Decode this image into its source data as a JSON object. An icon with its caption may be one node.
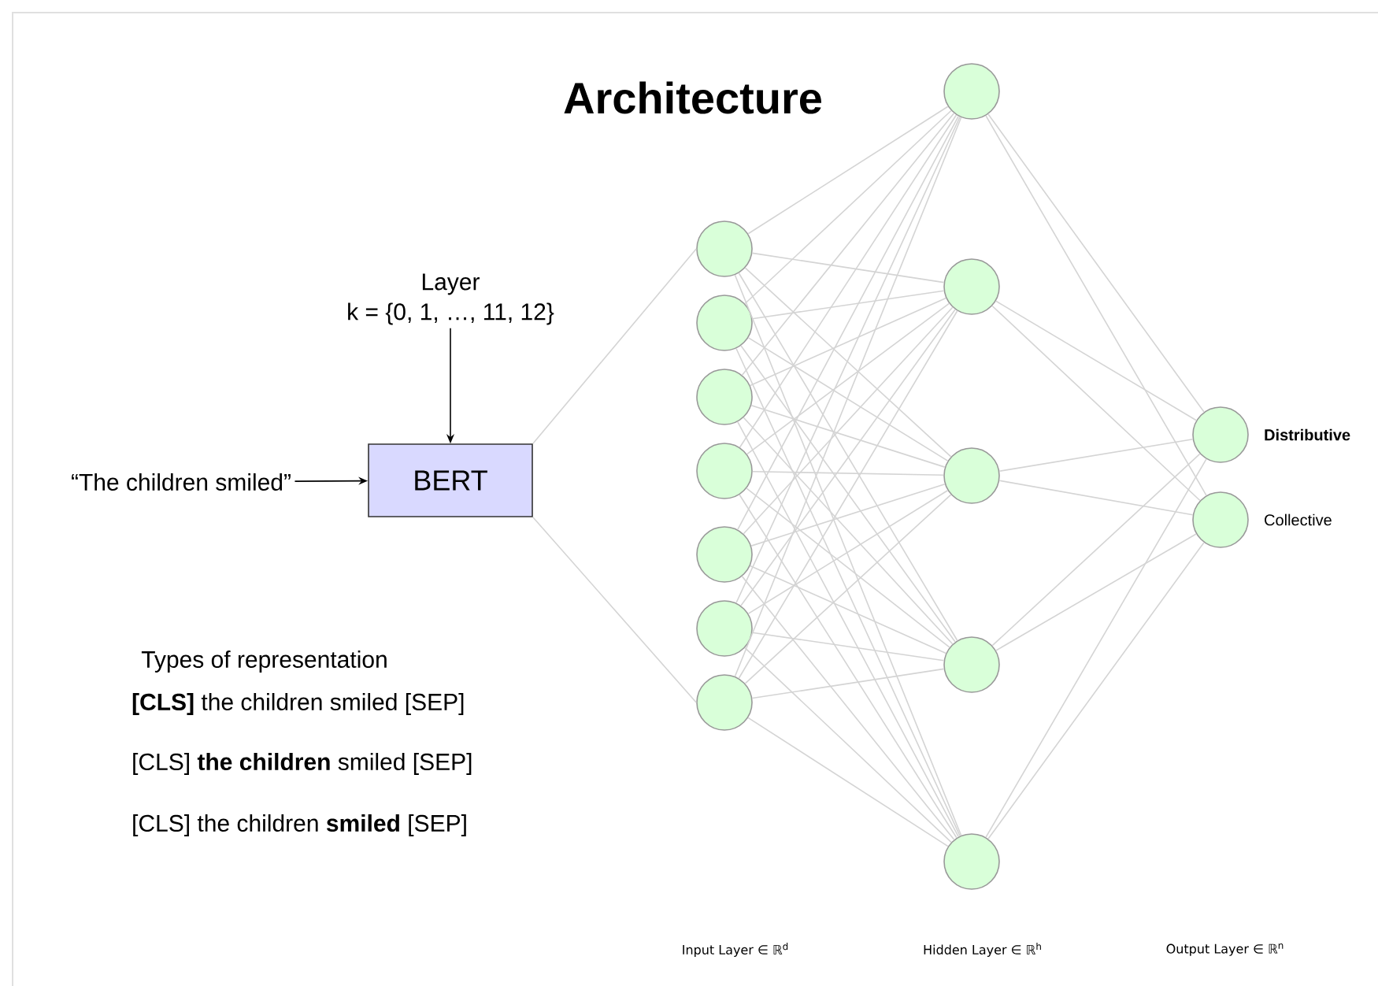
{
  "diagram": {
    "title": "Architecture",
    "nodes": [
      {
        "text": [
          "“The children smiled”"
        ]
      },
      {
        "text": [
          "Layer",
          "k = {0, 1, …, 11, 12}"
        ]
      },
      {
        "text": [
          "BERT"
        ]
      },
      {
        "text": [],
        "shape": "circle"
      },
      {
        "text": [],
        "shape": "circle"
      },
      {
        "text": [],
        "shape": "circle"
      },
      {
        "text": [],
        "shape": "circle"
      },
      {
        "text": [],
        "shape": "circle"
      },
      {
        "text": [],
        "shape": "circle"
      },
      {
        "text": [],
        "shape": "circle"
      },
      {
        "text": [],
        "shape": "circle"
      },
      {
        "text": [],
        "shape": "circle"
      },
      {
        "text": [],
        "shape": "circle"
      },
      {
        "text": [],
        "shape": "circle"
      },
      {
        "text": [],
        "shape": "circle"
      },
      {
        "text": [],
        "shape": "circle",
        "beside": [
          "**Distributive**"
        ]
      },
      {
        "text": [],
        "shape": "circle",
        "beside": [
          "Collective"
        ]
      }
    ],
    "edges": [
      {
        "from": 0,
        "to": 2,
        "arrow": "to",
        "color": "#000000"
      },
      {
        "from": 1,
        "to": 2,
        "arrow": "to",
        "color": "#000000"
      },
      {
        "from": 2,
        "to": 3,
        "arrow": "none"
      },
      {
        "from": 2,
        "to": 9,
        "arrow": "none"
      },
      {
        "from": 3,
        "to": 10,
        "arrow": "none"
      },
      {
        "from": 3,
        "to": 11,
        "arrow": "none"
      },
      {
        "from": 3,
        "to": 12,
        "arrow": "none"
      },
      {
        "from": 3,
        "to": 13,
        "arrow": "none"
      },
      {
        "from": 3,
        "to": 14,
        "arrow": "none"
      },
      {
        "from": 4,
        "to": 10,
        "arrow": "none"
      },
      {
        "from": 4,
        "to": 11,
        "arrow": "none"
      },
      {
        "from": 4,
        "to": 12,
        "arrow": "none"
      },
      {
        "from": 4,
        "to": 13,
        "arrow": "none"
      },
      {
        "from": 4,
        "to": 14,
        "arrow": "none"
      },
      {
        "from": 5,
        "to": 10,
        "arrow": "none"
      },
      {
        "from": 5,
        "to": 11,
        "arrow": "none"
      },
      {
        "from": 5,
        "to": 12,
        "arrow": "none"
      },
      {
        "from": 5,
        "to": 13,
        "arrow": "none"
      },
      {
        "from": 5,
        "to": 14,
        "arrow": "none"
      },
      {
        "from": 6,
        "to": 10,
        "arrow": "none"
      },
      {
        "from": 6,
        "to": 11,
        "arrow": "none"
      },
      {
        "from": 6,
        "to": 12,
        "arrow": "none"
      },
      {
        "from": 6,
        "to": 13,
        "arrow": "none"
      },
      {
        "from": 6,
        "to": 14,
        "arrow": "none"
      },
      {
        "from": 7,
        "to": 10,
        "arrow": "none"
      },
      {
        "from": 7,
        "to": 11,
        "arrow": "none"
      },
      {
        "from": 7,
        "to": 12,
        "arrow": "none"
      },
      {
        "from": 7,
        "to": 13,
        "arrow": "none"
      },
      {
        "from": 7,
        "to": 14,
        "arrow": "none"
      },
      {
        "from": 8,
        "to": 10,
        "arrow": "none"
      },
      {
        "from": 8,
        "to": 11,
        "arrow": "none"
      },
      {
        "from": 8,
        "to": 12,
        "arrow": "none"
      },
      {
        "from": 8,
        "to": 13,
        "arrow": "none"
      },
      {
        "from": 8,
        "to": 14,
        "arrow": "none"
      },
      {
        "from": 9,
        "to": 10,
        "arrow": "none"
      },
      {
        "from": 9,
        "to": 11,
        "arrow": "none"
      },
      {
        "from": 9,
        "to": 12,
        "arrow": "none"
      },
      {
        "from": 9,
        "to": 13,
        "arrow": "none"
      },
      {
        "from": 9,
        "to": 14,
        "arrow": "none"
      },
      {
        "from": 10,
        "to": 15,
        "arrow": "none"
      },
      {
        "from": 10,
        "to": 16,
        "arrow": "none"
      },
      {
        "from": 11,
        "to": 15,
        "arrow": "none"
      },
      {
        "from": 11,
        "to": 16,
        "arrow": "none"
      },
      {
        "from": 12,
        "to": 15,
        "arrow": "none"
      },
      {
        "from": 12,
        "to": 16,
        "arrow": "none"
      },
      {
        "from": 13,
        "to": 15,
        "arrow": "none"
      },
      {
        "from": 13,
        "to": 16,
        "arrow": "none"
      },
      {
        "from": 14,
        "to": 15,
        "arrow": "none"
      },
      {
        "from": 14,
        "to": 16,
        "arrow": "none"
      }
    ],
    "labels": [
      "Types of representation",
      "**[CLS]** the children smiled [SEP]",
      "[CLS] **the children** smiled [SEP]",
      "[CLS] the children **smiled** [SEP]",
      "Input Layer ∈ ℝ$^{d}$",
      "Hidden Layer ∈ ℝ$^{h}$",
      "Output Layer ∈ ℝ$^{n}$"
    ]
  }
}
